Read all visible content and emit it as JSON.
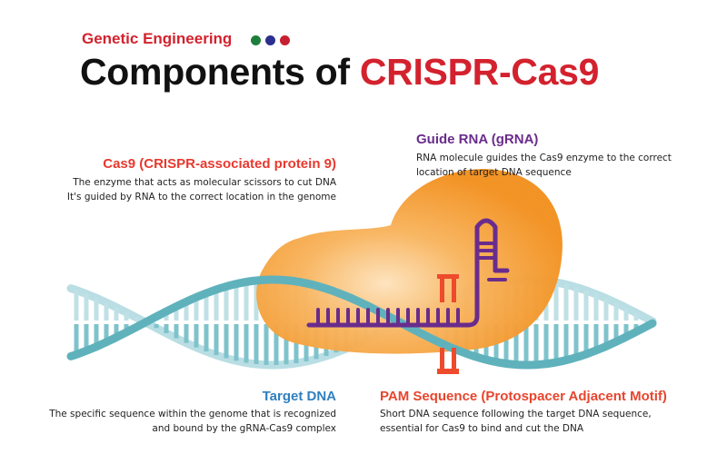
{
  "header": {
    "kicker": "Genetic Engineering",
    "title_main": "Components of",
    "title_highlight": "CRISPR-Cas9",
    "dots": [
      {
        "name": "green-dot",
        "color": "#1e7f3c"
      },
      {
        "name": "blue-dot",
        "color": "#2b2f8f"
      },
      {
        "name": "red-dot",
        "color": "#c62030"
      }
    ]
  },
  "labels": {
    "cas9": {
      "title": "Cas9 (CRISPR-associated protein 9)",
      "line1": "The enzyme that acts as molecular scissors to cut DNA",
      "line2": "It's guided by RNA to the correct location in the genome"
    },
    "grna": {
      "title": "Guide RNA (gRNA)",
      "line1": "RNA molecule guides the Cas9 enzyme to the correct",
      "line2": "location of target DNA sequence"
    },
    "target": {
      "title": "Target DNA",
      "line1": "The specific sequence within the genome that is recognized",
      "line2": "and bound by the gRNA-Cas9 complex"
    },
    "pam": {
      "title": "PAM Sequence (Protospacer Adjacent Motif)",
      "line1": "Short DNA sequence following the target DNA sequence,",
      "line2": "essential for Cas9 to bind and cut the DNA"
    }
  },
  "colors": {
    "cas9": "#e8392f",
    "grna": "#6a2c8c",
    "target": "#2f7fbf",
    "pam": "#e8452e",
    "dna_light": "#b7dde3",
    "dna_dark": "#5fb1bb",
    "enzyme_outer": "#f29423",
    "enzyme_inner": "#fcd9a6",
    "text": "#222222"
  }
}
